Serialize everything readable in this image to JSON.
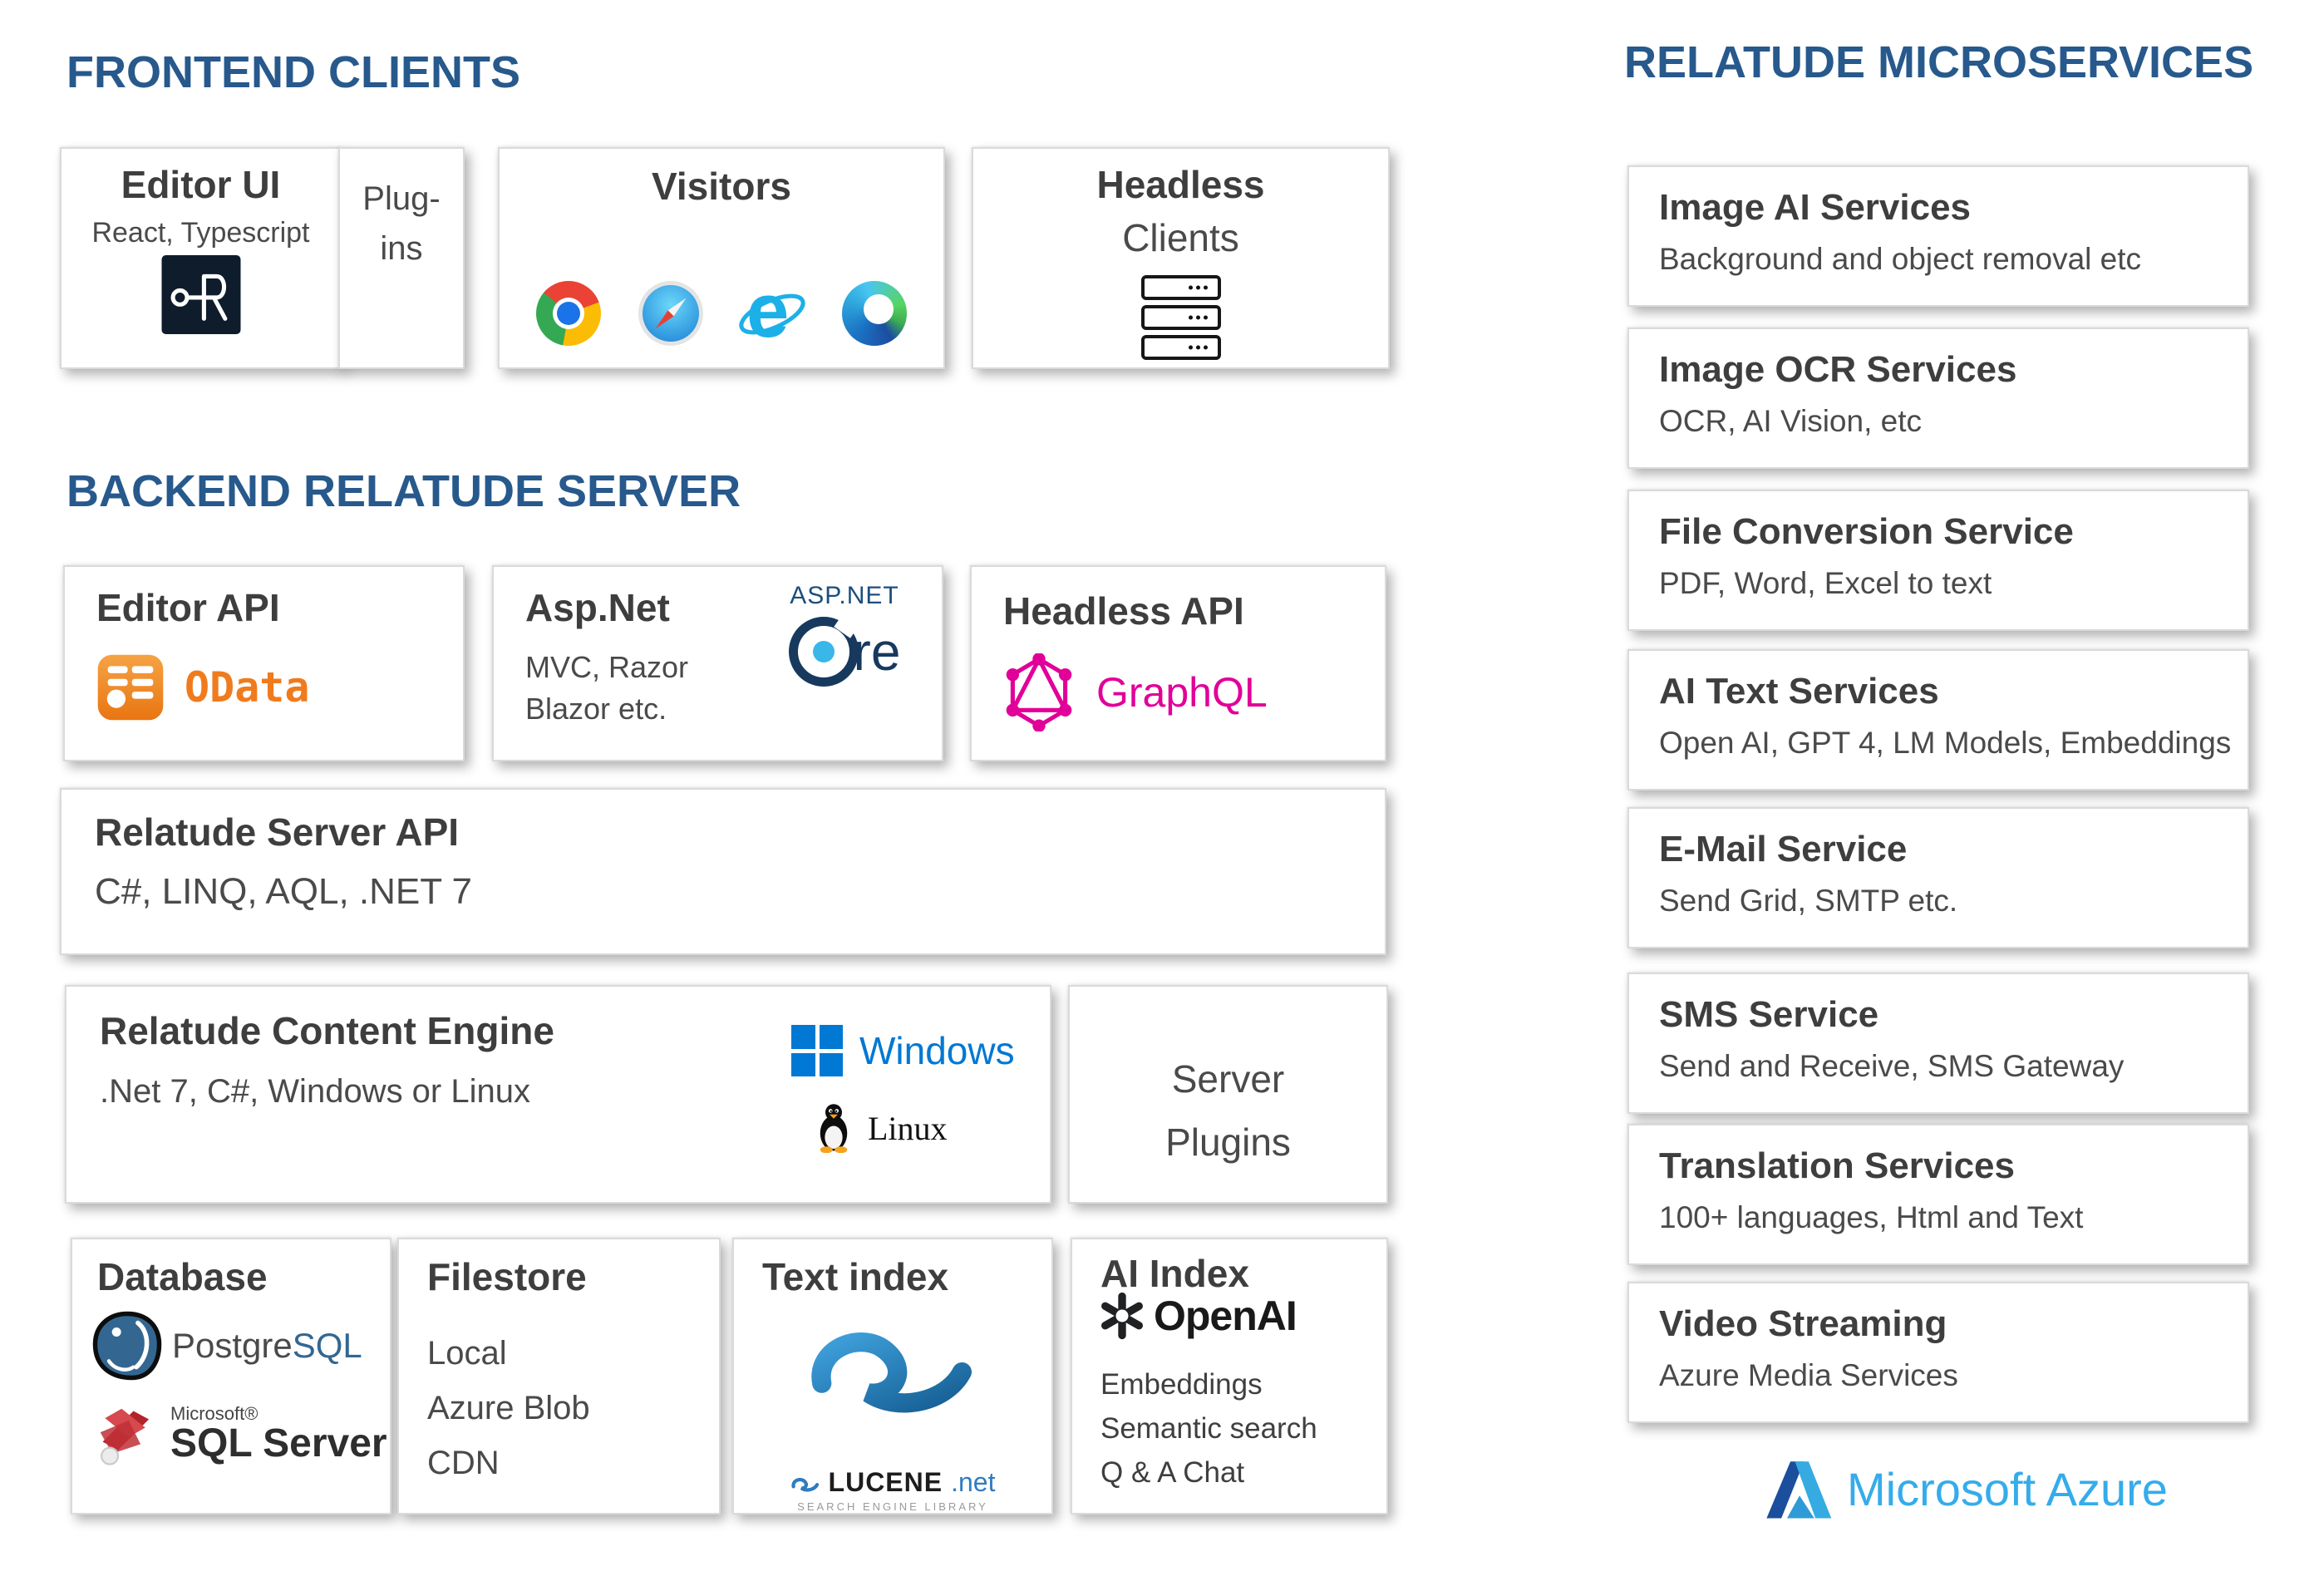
{
  "headings": {
    "frontend": "FRONTEND CLIENTS",
    "backend": "BACKEND RELATUDE SERVER",
    "microservices": "RELATUDE MICROSERVICES"
  },
  "colors": {
    "heading_blue": "#27598C",
    "graphql_pink": "#E10098",
    "odata_orange": "#F07B1D",
    "windows_blue": "#0078D4",
    "aspnet_navy": "#17395E",
    "postgres_blue": "#336791",
    "azure_text_blue": "#35ACEA"
  },
  "frontend": {
    "editor_ui": {
      "title": "Editor UI",
      "subtitle": "React, Typescript",
      "logo": "relatude-icon"
    },
    "plugins": {
      "line1": "Plug-",
      "line2": "ins"
    },
    "visitors": {
      "title": "Visitors",
      "icons": [
        "chrome-icon",
        "safari-icon",
        "internet-explorer-icon",
        "edge-icon"
      ]
    },
    "headless_clients": {
      "title_bold": "Headless",
      "title_rest": "Clients",
      "icon": "server-stack-icon"
    }
  },
  "backend": {
    "editor_api": {
      "title": "Editor API",
      "logo_label": "OData"
    },
    "aspnet": {
      "title": "Asp.Net",
      "line1": "MVC, Razor",
      "line2": "Blazor etc.",
      "logo_top": "ASP.NET",
      "logo_tail": "re"
    },
    "headless_api": {
      "title": "Headless API",
      "logo_label": "GraphQL"
    },
    "server_api": {
      "title": "Relatude Server API",
      "subtitle": "C#, LINQ, AQL, .NET 7"
    },
    "content_engine": {
      "title": "Relatude Content Engine",
      "subtitle": ".Net 7, C#, Windows or Linux",
      "windows_label": "Windows",
      "linux_label": "Linux"
    },
    "server_plugins": {
      "line1": "Server",
      "line2": "Plugins"
    },
    "database": {
      "title": "Database",
      "postgres_prefix": "Postgre",
      "postgres_suffix": "SQL",
      "mssql_brand": "Microsoft®",
      "mssql_name": "SQL Server"
    },
    "filestore": {
      "title": "Filestore",
      "lines": [
        "Local",
        "Azure Blob",
        "CDN"
      ]
    },
    "text_index": {
      "title": "Text index",
      "lucene_name": "LUCENE",
      "lucene_net": ".net",
      "lucene_tagline": "SEARCH ENGINE LIBRARY"
    },
    "ai_index": {
      "title": "AI Index",
      "logo_label": "OpenAI",
      "lines": [
        "Embeddings",
        "Semantic search",
        "Q & A Chat"
      ]
    }
  },
  "microservices": {
    "items": [
      {
        "title": "Image AI Services",
        "subtitle": "Background and object removal etc"
      },
      {
        "title": "Image OCR Services",
        "subtitle": "OCR, AI Vision, etc"
      },
      {
        "title": "File Conversion Service",
        "subtitle": "PDF, Word, Excel to text"
      },
      {
        "title": "AI Text Services",
        "subtitle": "Open AI, GPT 4, LM Models, Embeddings"
      },
      {
        "title": "E-Mail Service",
        "subtitle": "Send Grid, SMTP etc."
      },
      {
        "title": "SMS Service",
        "subtitle": "Send and Receive, SMS Gateway"
      },
      {
        "title": "Translation Services",
        "subtitle": "100+ languages, Html and Text"
      },
      {
        "title": "Video Streaming",
        "subtitle": "Azure Media Services"
      }
    ],
    "azure_label": "Microsoft Azure"
  }
}
